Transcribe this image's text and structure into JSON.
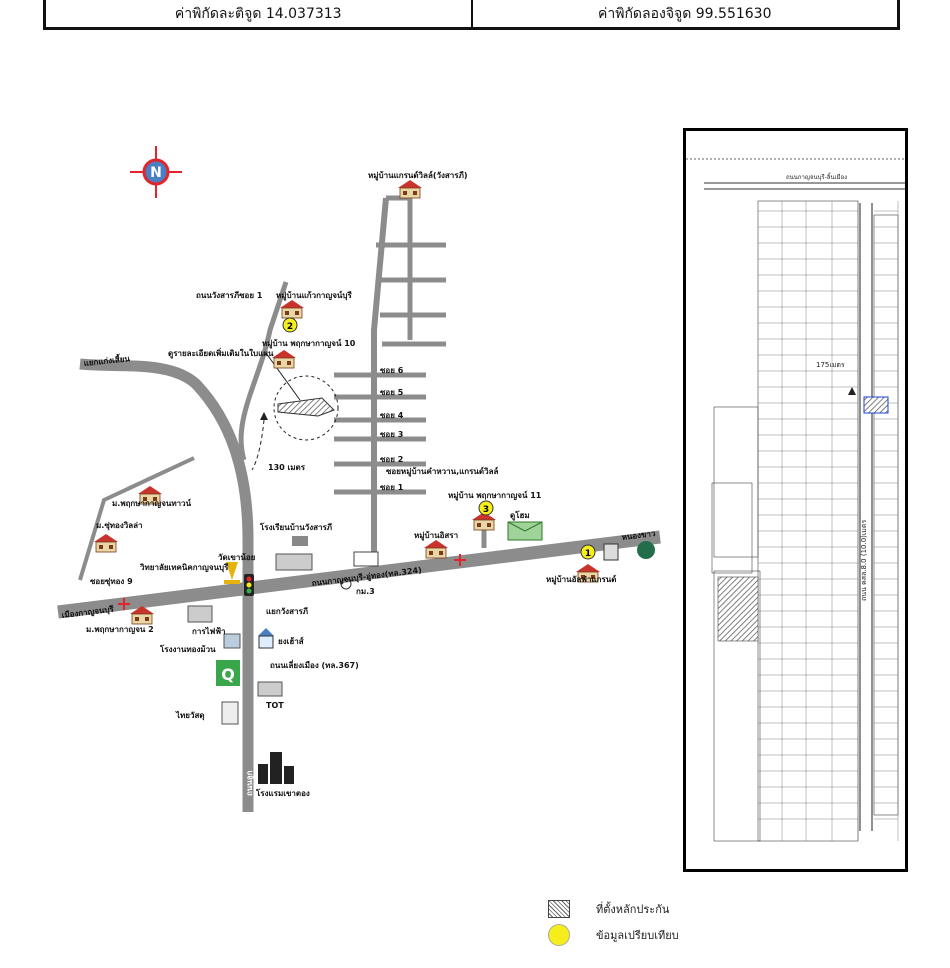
{
  "coordinates": {
    "latitude_label": "ค่าพิกัดละติจูด 14.037313",
    "longitude_label": "ค่าพิกัดลองจิจูด 99.551630"
  },
  "map": {
    "compass_letter": "N",
    "labels": {
      "village_grand_ville": "หมู่บ้านแกรนด์วิลล์(วังสารภี)",
      "soi_wangsarapee_1": "ถนนวังสารภีซอย 1",
      "village_kaew_kanchana": "หมู่บ้านแก้วกาญจน์บุรี",
      "village_pruksa_10": "หมู่บ้าน พฤกษากาญจน์ 10",
      "map_note": "ดูรายละเอียดเพิ่มเติมในใบแผน",
      "intersection_kaeng_sian": "แยกแก่งเสี้ยน",
      "soi_6": "ซอย 6",
      "soi_5": "ซอย 5",
      "soi_4": "ซอย 4",
      "soi_3": "ซอย 3",
      "soi_2": "ซอย 2",
      "soi_1": "ซอย 1",
      "soi_village_kamwan": "ซอยหมู่บ้านคำหวาน,แกรนด์วิลล์",
      "distance_130": "130 เมตร",
      "village_pruksa_11": "หมู่บ้าน พฤกษากาญจน์ 11",
      "dhuhome": "ดูโฮม",
      "village_pruksa_nirvana": "ม.พฤกษากาญจนทาวน์",
      "village_sukhong": "ม.ซุ่ทองวิลล่า",
      "school_wangsarapee": "โรงเรียนบ้านวังสารภี",
      "village_isara": "หมู่บ้านอิสรา",
      "nong_khao": "หนองขาว",
      "village_angel_grand": "หมู่บ้านอัลฟ่าแกรนด์",
      "wat_khao_noi": "วัดเขาน้อย",
      "tech_college": "วิทยาลัยเทคนิคกาญจนบุรี",
      "soi_sukhong_9": "ซอยซุ่ทอง 9",
      "road_main": "ถนนกาญจนบุรี-อู่ทอง(ทล.324)",
      "km_marker": "กม.3",
      "mueang_kanchanaburi": "เมืองกาญจนบุรี",
      "village_pruksa_2": "ม.พฤกษากาญจน 2",
      "electricity": "การไฟฟ้า",
      "intersection_wangsarapee": "แยกวังสารภี",
      "factory_thongwon": "โรงงานทองม้วน",
      "yong_house": "ยงเฮ้าส์",
      "road_bypass": "ถนนเลี่ยงเมือง (ทล.367)",
      "tot": "TOT",
      "thai_watsadu": "ไทยวัสดุ",
      "hotel_khaolong": "โรงแรมเขาตอง",
      "vertical_road": "ถนนลูก",
      "marker_1": "1",
      "marker_2": "2",
      "marker_3": "3"
    }
  },
  "plan": {
    "top_road_label": "ถนนกาญจนบุรี-ลิ้นเมือง",
    "main_road_label": "ถนน คสล.8.0 (10.0)เมตร",
    "distance_label": "175เมตร"
  },
  "legend": {
    "collateral_location": "ที่ตั้งหลักประกัน",
    "comparison_data": "ข้อมูลเปรียบเทียบ"
  },
  "colors": {
    "road": "#8c8c8c",
    "marker_yellow": "#f6ee1a",
    "compass_red": "#e0262b",
    "house_red": "#c8342c"
  }
}
